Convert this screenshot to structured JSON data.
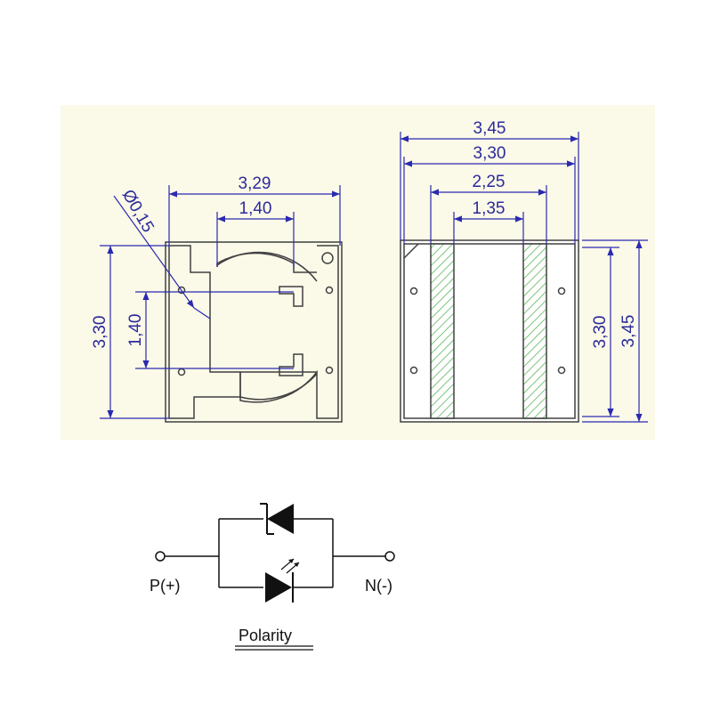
{
  "colors": {
    "panel_bg": "#fbf9e8",
    "outline": "#404040",
    "dimension": "#2a2ab0",
    "hatch": "#7cc47c",
    "symbol": "#111111"
  },
  "left_view": {
    "dim_width": "3,29",
    "dim_inner_width": "1,40",
    "dim_diameter": "Ø0,15",
    "dim_height": "3,30",
    "dim_inner_height": "1,40"
  },
  "right_view": {
    "dim_outer_width": "3,45",
    "dim_width": "3,30",
    "dim_inner_width": "2,25",
    "dim_center_width": "1,35",
    "dim_height": "3,30",
    "dim_outer_height": "3,45"
  },
  "schematic": {
    "positive_label": "P(+)",
    "negative_label": "N(-)",
    "caption": "Polarity",
    "upper_icon": "tvs-diode-icon",
    "lower_icon": "led-icon"
  }
}
